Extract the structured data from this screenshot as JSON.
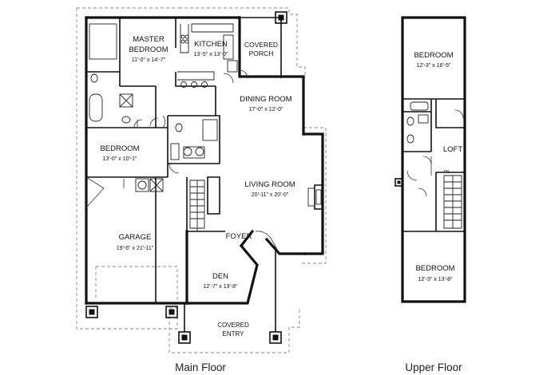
{
  "main_floor": {
    "caption": "Main Floor",
    "rooms": {
      "master_bedroom": {
        "name_1": "MASTER",
        "name_2": "BEDROOM",
        "dims": "11'-0\" x 14'-7\""
      },
      "kitchen": {
        "name": "KITCHEN",
        "dims": "13'-5\" x 13'-0\""
      },
      "covered_porch": {
        "name_1": "COVERED",
        "name_2": "PORCH"
      },
      "dining_room": {
        "name": "DINING ROOM",
        "dims": "17'-0\" x 12'-0\""
      },
      "bedroom": {
        "name": "BEDROOM",
        "dims": "13'-0\" x 10'-1\""
      },
      "living_room": {
        "name": "LIVING ROOM",
        "dims": "20'-11\" x 20'-0\""
      },
      "garage": {
        "name": "GARAGE",
        "dims": "19'-6\" x 21'-11\""
      },
      "foyer": {
        "name": "FOYER"
      },
      "den": {
        "name": "DEN",
        "dims": "12'-7\" x 13'-8\""
      },
      "covered_entry": {
        "name_1": "COVERED",
        "name_2": "ENTRY"
      }
    }
  },
  "upper_floor": {
    "caption": "Upper Floor",
    "rooms": {
      "bedroom_north": {
        "name": "BEDROOM",
        "dims": "12'-3\" x 16'-5\""
      },
      "loft": {
        "name": "LOFT"
      },
      "stair_label": "DN",
      "bedroom_south": {
        "name": "BEDROOM",
        "dims": "12'-3\" x 13'-8\""
      }
    }
  }
}
